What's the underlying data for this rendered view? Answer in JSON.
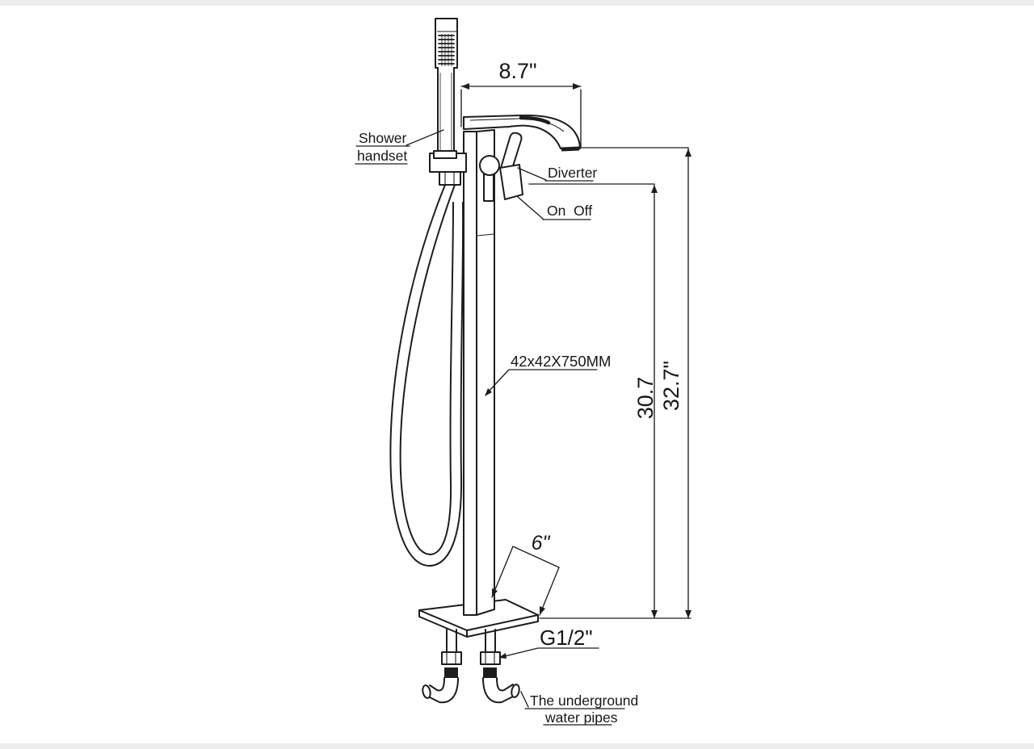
{
  "colors": {
    "line": "#1d1d1d",
    "background": "#ffffff"
  },
  "labels": {
    "shower_handset_line1": "Shower",
    "shower_handset_line2": "handset",
    "diverter": "Diverter",
    "on_off": "On  Off",
    "column_size": "42x42X750MM",
    "thread_size": "G1/2\"",
    "underground_line1": "The underground",
    "underground_line2": "water pipes"
  },
  "dimensions": {
    "spout_reach": "8.7\"",
    "handle_height": "30.7",
    "spout_height": "32.7\"",
    "base_size": "6\""
  }
}
